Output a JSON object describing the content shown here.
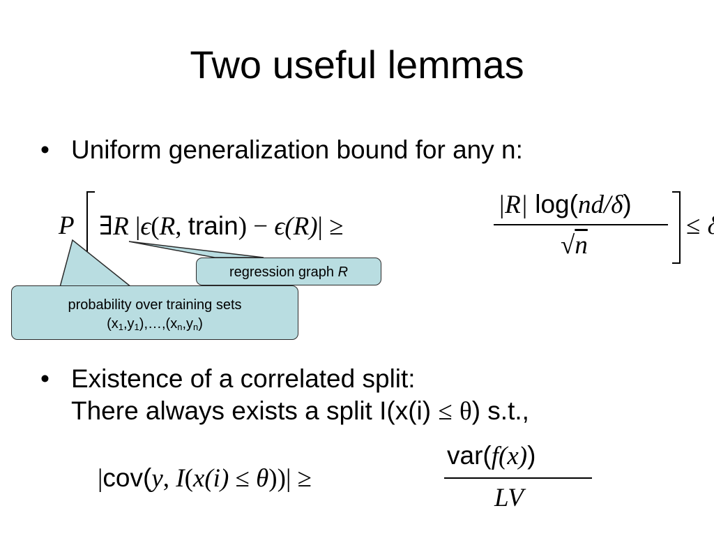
{
  "slide": {
    "title": "Two useful lemmas",
    "bullet_symbol": "•",
    "bullets": [
      {
        "text": "Uniform generalization bound for any n:"
      },
      {
        "line1": "Existence of a correlated split:",
        "line2_prefix": "There always exists a split I(x(i) ",
        "line2_leq": "≤",
        "line2_theta": "θ",
        "line2_suffix": ") s.t.,"
      }
    ],
    "equation1": {
      "P": "P",
      "lhs_exists": "∃",
      "lhs_R": "R",
      "lhs_abs_open": " |",
      "lhs_eps1": "ϵ",
      "lhs_paren_open": "(",
      "lhs_R2": "R",
      "lhs_comma": ", ",
      "lhs_train": "train",
      "lhs_paren_close": ")",
      "lhs_minus": " − ",
      "lhs_eps2": "ϵ",
      "lhs_R3": "(R)",
      "lhs_abs_close": "| ≥",
      "num_abs_R": "|R|",
      "num_log": " log(",
      "num_arg": "nd/δ",
      "num_close": ")",
      "den_sqrt": "√",
      "den_n": "n",
      "rhs_leq": "≤",
      "rhs_delta": "δ",
      "rhs_period": "."
    },
    "equation2": {
      "abs_open": "|",
      "cov": "cov(",
      "y": "y",
      "comma": ", ",
      "I": "I",
      "paren_open": "(",
      "x": "x",
      "i_paren": "(i)",
      "leq": " ≤ ",
      "theta": "θ",
      "close": "))| ≥",
      "num_var": "var(",
      "num_f": "f",
      "num_x": "(x)",
      "num_close": ")",
      "den": "LV"
    },
    "callouts": {
      "graph_text": "regression graph ",
      "graph_R": "R",
      "prob_line1": "probability over training sets",
      "prob_x1": "(x",
      "prob_sub1": "1",
      "prob_y1": ",y",
      "prob_sub2": "1",
      "prob_ellipsis": "),…,(x",
      "prob_subn1": "n",
      "prob_yn": ",y",
      "prob_subn2": "n",
      "prob_close": ")"
    }
  }
}
